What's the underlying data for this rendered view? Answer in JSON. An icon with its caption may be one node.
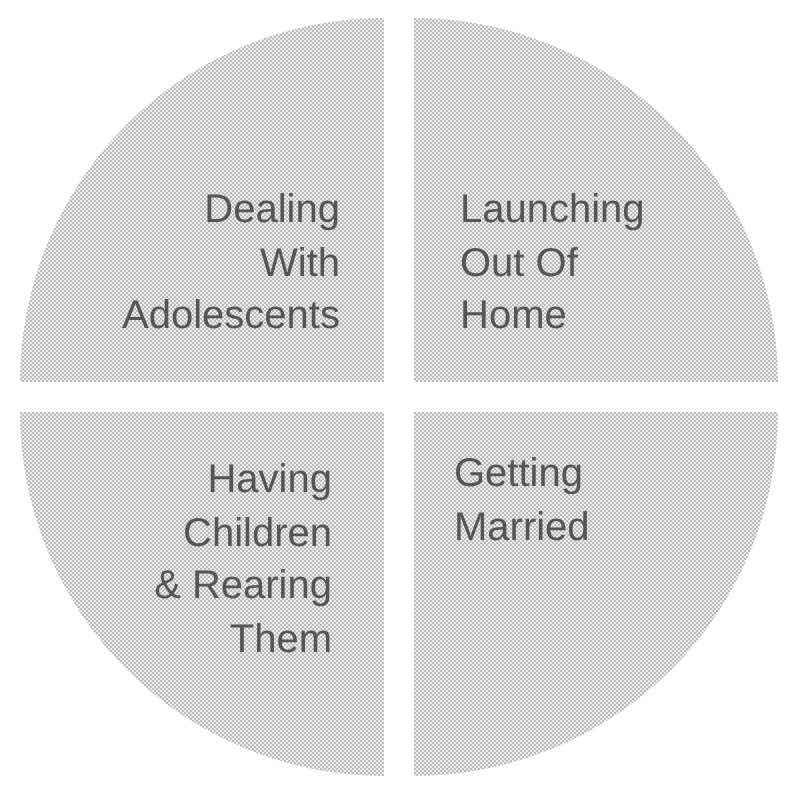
{
  "diagram": {
    "nodes": [
      {
        "text": [
          "Dealing With Adolescents"
        ]
      },
      {
        "text": [
          "Launching Out Of Home"
        ]
      },
      {
        "text": [
          "Having Children & Rearing Them"
        ]
      },
      {
        "text": [
          "Getting Married"
        ]
      }
    ]
  }
}
